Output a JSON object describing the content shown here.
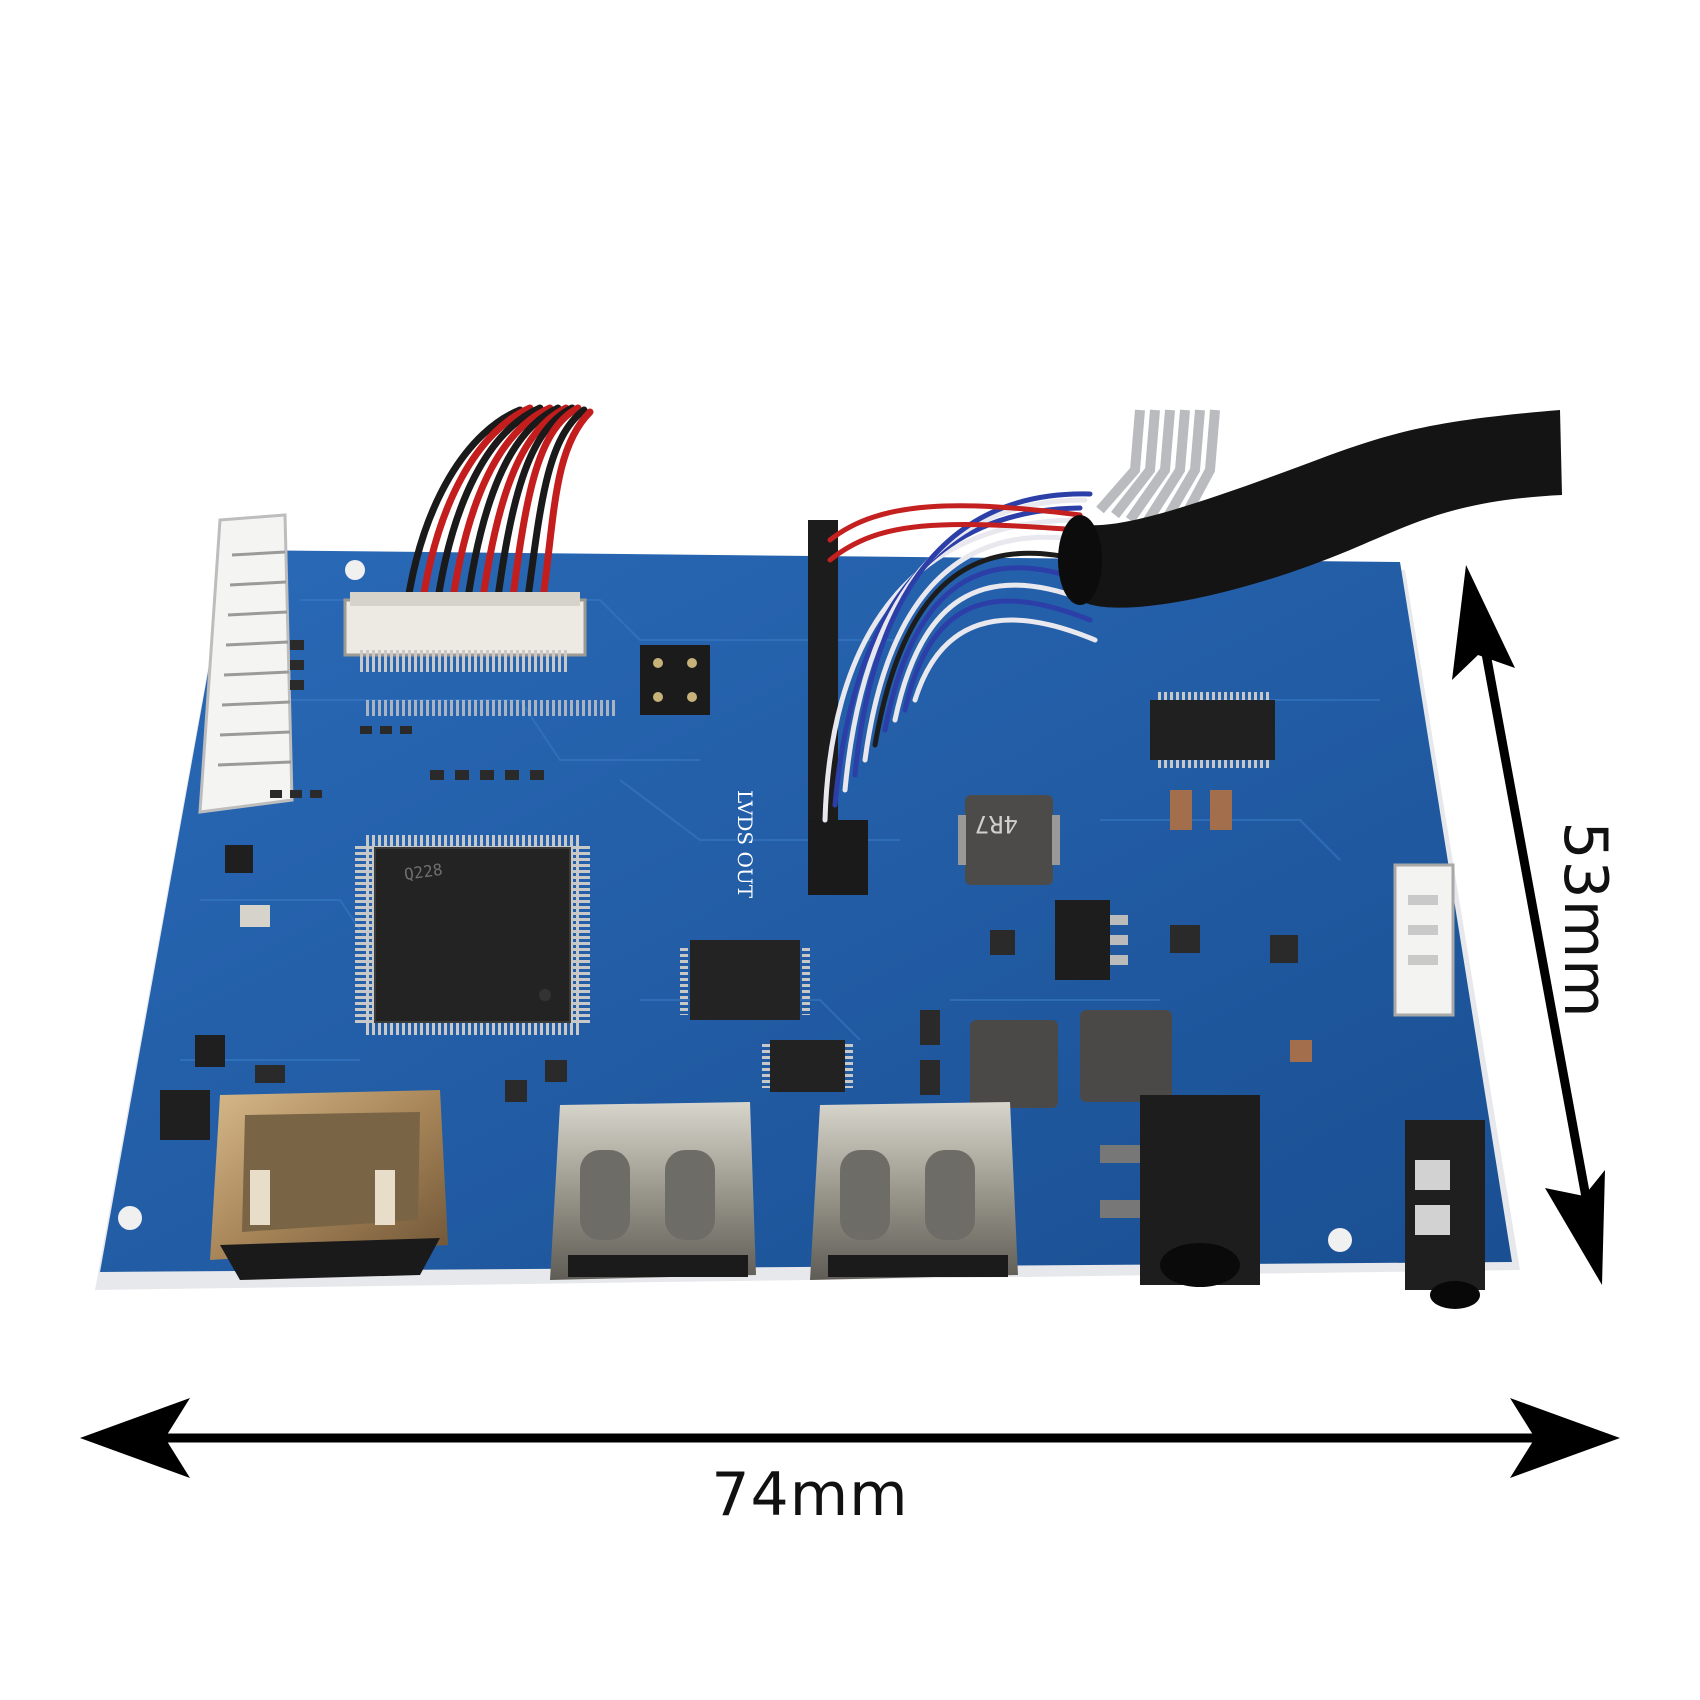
{
  "photo": {
    "subject": "lcd-controller-board",
    "board_color": "#1f5ea8",
    "background_color": "#ffffff"
  },
  "dimensions": {
    "width_label": "74mm",
    "height_label": "53mm"
  },
  "silkscreen": {
    "lvds_label": "LVDS OUT",
    "inductor_label": "4R7"
  }
}
